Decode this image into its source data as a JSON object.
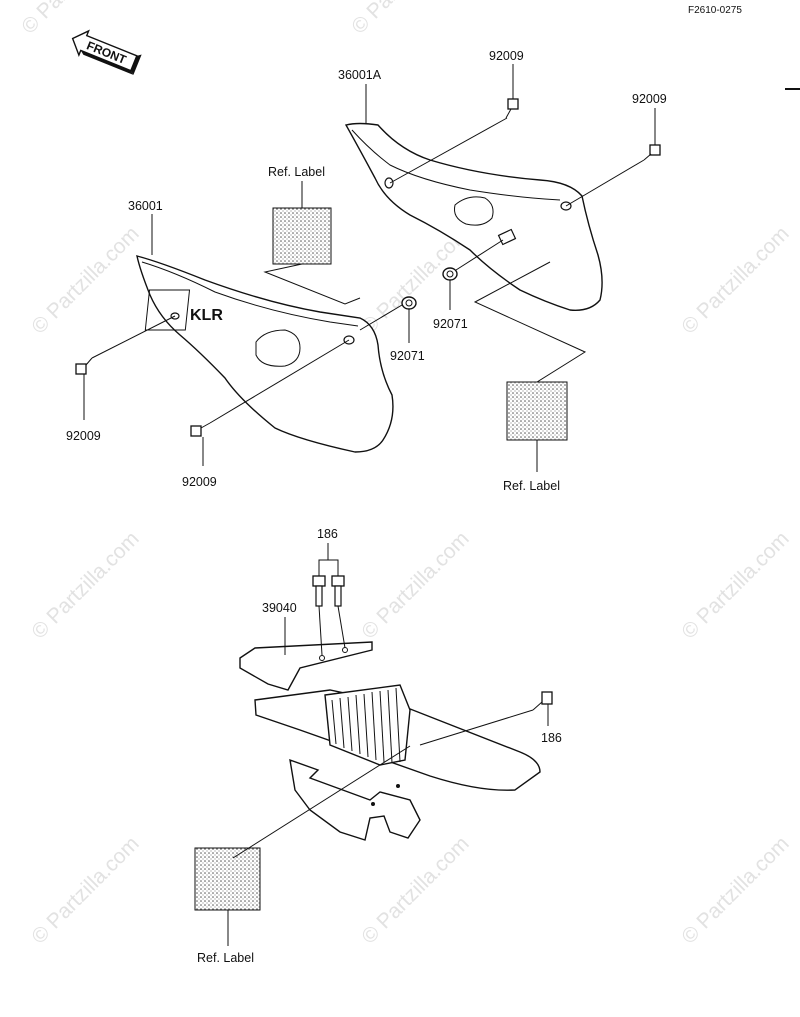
{
  "diagram_code": "F2610-0275",
  "front_label": "FRONT",
  "watermark": "© Partzilla.com",
  "logo_text": "KLR",
  "parts": {
    "cover_left": "36001",
    "cover_right": "36001A",
    "bolt": "92009",
    "grommet": "92071",
    "guard": "39040",
    "guard_bolt": "186"
  },
  "ref_label": "Ref. Label"
}
